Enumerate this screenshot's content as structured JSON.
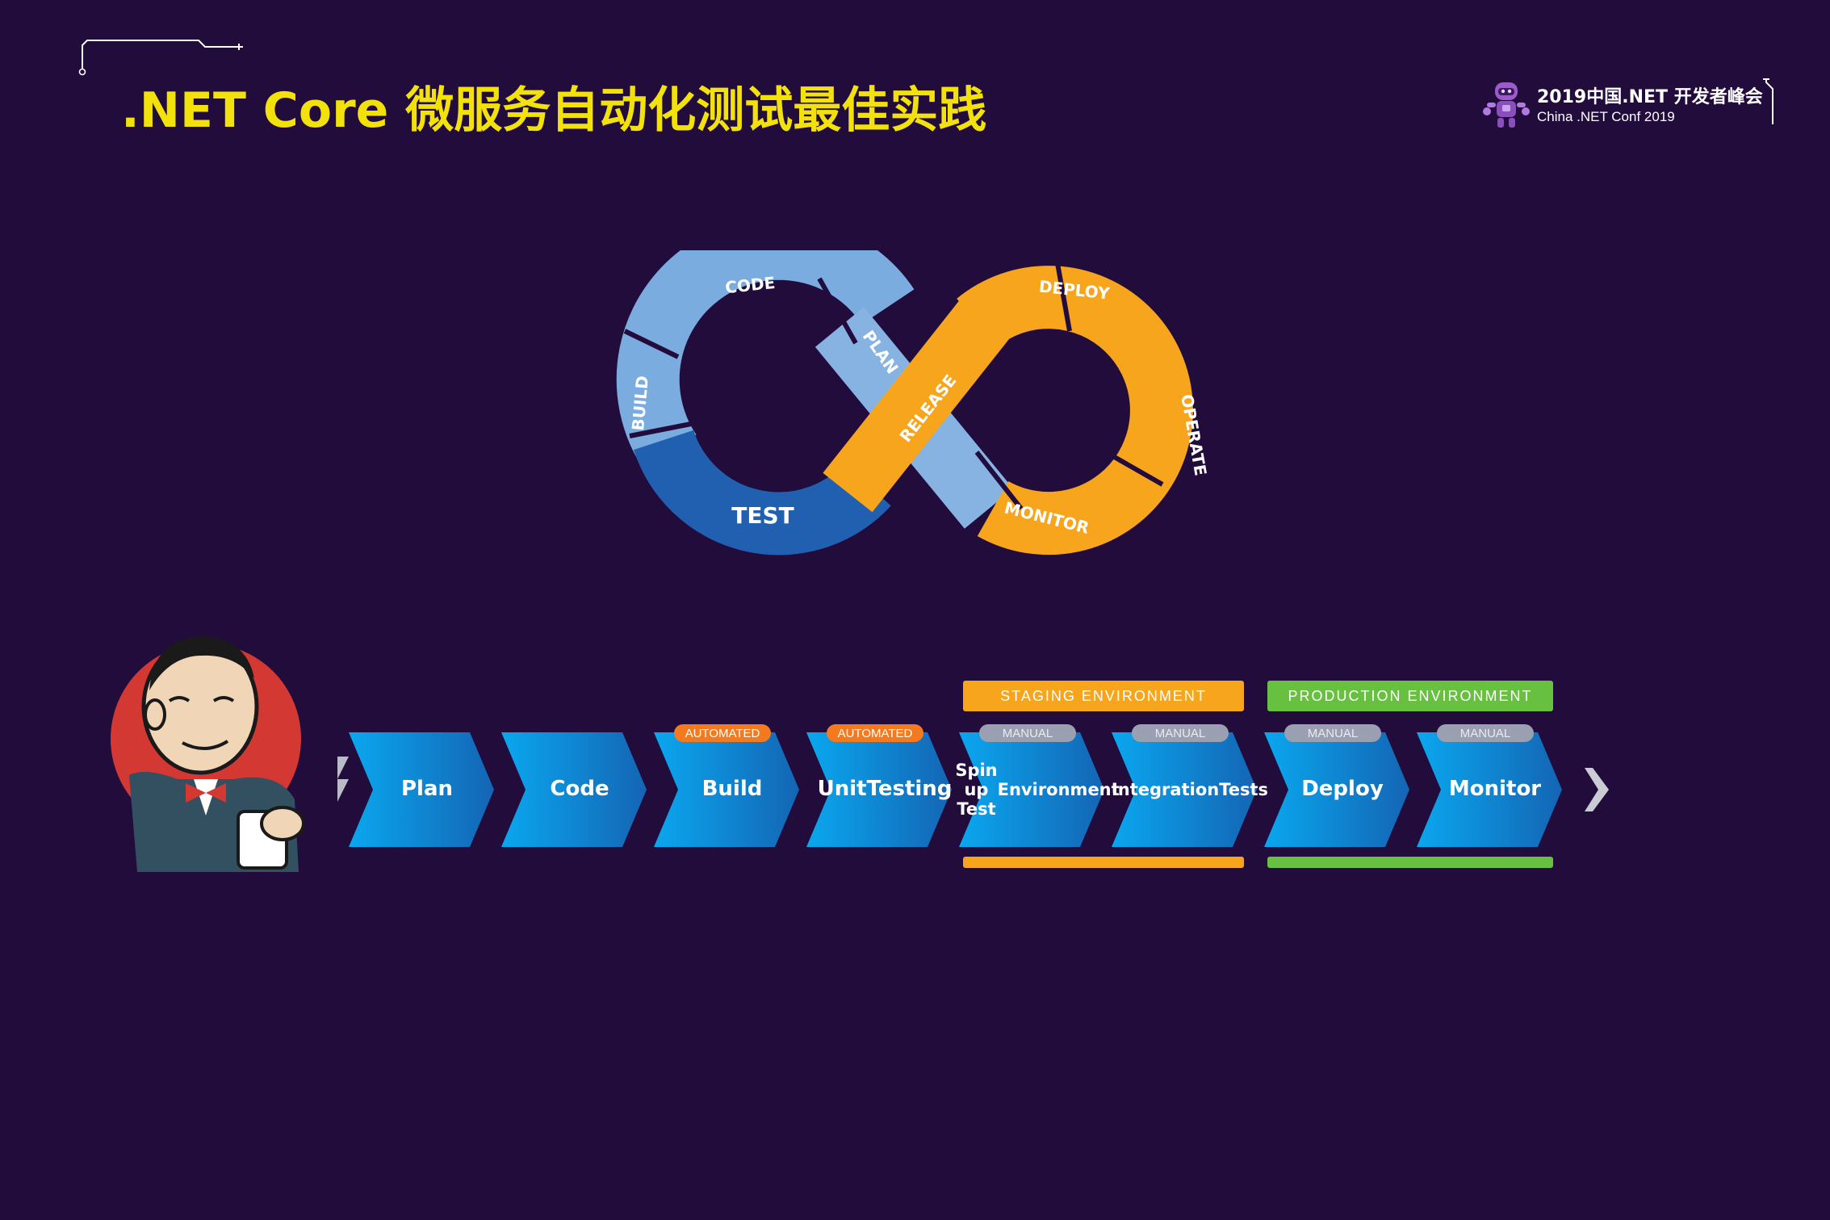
{
  "header": {
    "title": ".NET Core 微服务自动化测试最佳实践",
    "conference_title": "2019中国.NET 开发者峰会",
    "conference_subtitle": "China .NET Conf 2019",
    "mascot_icon": "robot-mascot-icon"
  },
  "devops_loop": {
    "segments": [
      {
        "label": "CODE",
        "color": "#7aacdf"
      },
      {
        "label": "BUILD",
        "color": "#5d95d4"
      },
      {
        "label": "TEST",
        "color": "#2160b0"
      },
      {
        "label": "PLAN",
        "color": "#86b3e2"
      },
      {
        "label": "RELEASE",
        "color": "#f7a51c"
      },
      {
        "label": "DEPLOY",
        "color": "#f7a51c"
      },
      {
        "label": "OPERATE",
        "color": "#f7a51c"
      },
      {
        "label": "MONITOR",
        "color": "#f7a51c"
      }
    ]
  },
  "jenkins": {
    "icon": "jenkins-butler-logo-icon"
  },
  "pipeline": {
    "staging_environment": "STAGING ENVIRONMENT",
    "production_environment": "PRODUCTION ENVIRONMENT",
    "stages": [
      {
        "label_line1": "Plan",
        "label_line2": "",
        "tag": ""
      },
      {
        "label_line1": "Code",
        "label_line2": "",
        "tag": ""
      },
      {
        "label_line1": "Build",
        "label_line2": "",
        "tag": "AUTOMATED"
      },
      {
        "label_line1": "Unit",
        "label_line2": "Testing",
        "tag": "AUTOMATED"
      },
      {
        "label_line1": "Spin up Test",
        "label_line2": "Environment",
        "tag": "MANUAL"
      },
      {
        "label_line1": "Integration",
        "label_line2": "Tests",
        "tag": "MANUAL"
      },
      {
        "label_line1": "Deploy",
        "label_line2": "",
        "tag": "MANUAL"
      },
      {
        "label_line1": "Monitor",
        "label_line2": "",
        "tag": "MANUAL"
      }
    ],
    "colors": {
      "stage_start": "#0aa7ef",
      "stage_end": "#1673c5",
      "automated": "#f47a20",
      "manual": "#9a9fb1",
      "staging": "#f7a51c",
      "production": "#68c040"
    }
  }
}
